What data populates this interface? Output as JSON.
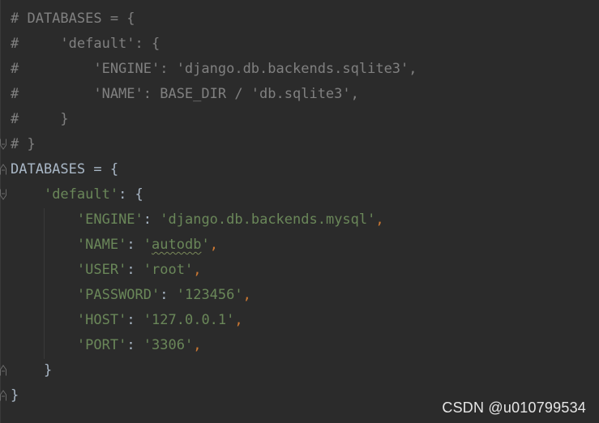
{
  "code": {
    "lines": [
      {
        "parts": [
          {
            "t": "# DATABASES = {",
            "c": "comment"
          }
        ]
      },
      {
        "parts": [
          {
            "t": "#     'default': {",
            "c": "comment"
          }
        ]
      },
      {
        "parts": [
          {
            "t": "#         'ENGINE': 'django.db.backends.sqlite3',",
            "c": "comment"
          }
        ]
      },
      {
        "parts": [
          {
            "t": "#         'NAME': BASE_DIR / 'db.sqlite3',",
            "c": "comment"
          }
        ]
      },
      {
        "parts": [
          {
            "t": "#     }",
            "c": "comment"
          }
        ]
      },
      {
        "parts": [
          {
            "t": "# }",
            "c": "comment"
          }
        ]
      },
      {
        "parts": [
          {
            "t": "DATABASES = {",
            "c": "plain"
          }
        ]
      },
      {
        "parts": [
          {
            "t": "    ",
            "c": "plain"
          },
          {
            "t": "'default'",
            "c": "str"
          },
          {
            "t": ": {",
            "c": "plain"
          }
        ]
      },
      {
        "parts": [
          {
            "t": "        ",
            "c": "plain"
          },
          {
            "t": "'ENGINE'",
            "c": "str"
          },
          {
            "t": ": ",
            "c": "plain"
          },
          {
            "t": "'django.db.backends.mysql'",
            "c": "str"
          },
          {
            "t": ",",
            "c": "punct"
          }
        ]
      },
      {
        "parts": [
          {
            "t": "        ",
            "c": "plain"
          },
          {
            "t": "'NAME'",
            "c": "str"
          },
          {
            "t": ": ",
            "c": "plain"
          },
          {
            "t": "'",
            "c": "str"
          },
          {
            "t": "autodb",
            "c": "str squiggle"
          },
          {
            "t": "'",
            "c": "str"
          },
          {
            "t": ",",
            "c": "punct"
          }
        ]
      },
      {
        "parts": [
          {
            "t": "        ",
            "c": "plain"
          },
          {
            "t": "'USER'",
            "c": "str"
          },
          {
            "t": ": ",
            "c": "plain"
          },
          {
            "t": "'root'",
            "c": "str"
          },
          {
            "t": ",",
            "c": "punct"
          }
        ]
      },
      {
        "parts": [
          {
            "t": "        ",
            "c": "plain"
          },
          {
            "t": "'PASSWORD'",
            "c": "str"
          },
          {
            "t": ": ",
            "c": "plain"
          },
          {
            "t": "'123456'",
            "c": "str"
          },
          {
            "t": ",",
            "c": "punct"
          }
        ]
      },
      {
        "parts": [
          {
            "t": "        ",
            "c": "plain"
          },
          {
            "t": "'HOST'",
            "c": "str"
          },
          {
            "t": ": ",
            "c": "plain"
          },
          {
            "t": "'127.0.0.1'",
            "c": "str"
          },
          {
            "t": ",",
            "c": "punct"
          }
        ]
      },
      {
        "parts": [
          {
            "t": "        ",
            "c": "plain"
          },
          {
            "t": "'PORT'",
            "c": "str"
          },
          {
            "t": ": ",
            "c": "plain"
          },
          {
            "t": "'3306'",
            "c": "str"
          },
          {
            "t": ",",
            "c": "punct"
          }
        ]
      },
      {
        "parts": [
          {
            "t": "    }",
            "c": "plain"
          }
        ]
      },
      {
        "parts": [
          {
            "t": "}",
            "c": "plain"
          }
        ]
      }
    ]
  },
  "watermark": "CSDN @u010799534",
  "colors": {
    "background": "#2b2b2b",
    "comment": "#808080",
    "string": "#6a8759",
    "text": "#a9b7c6",
    "punctuation": "#cc7832"
  }
}
